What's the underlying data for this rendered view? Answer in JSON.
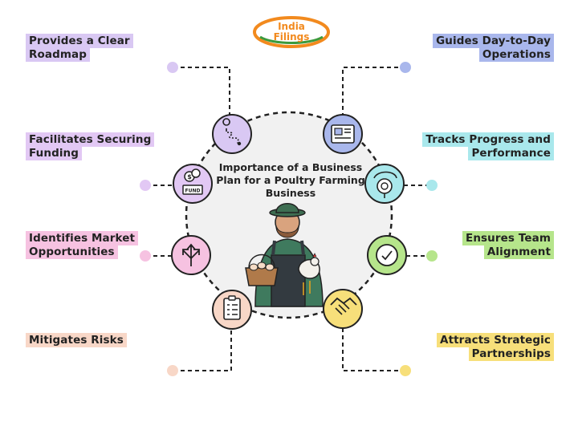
{
  "logo": {
    "line1": "India",
    "line2": "Filings"
  },
  "center": {
    "title": "Importance of a Business Plan for a Poultry Farming Business"
  },
  "items": [
    {
      "label": "Provides a Clear Roadmap",
      "icon": "roadmap-icon",
      "color": "#d9c8f3"
    },
    {
      "label": "Facilitates Securing Funding",
      "icon": "fund-icon",
      "color": "#e2c8f4"
    },
    {
      "label": "Identifies Market Opportunities",
      "icon": "arrows-icon",
      "color": "#f6c2e1"
    },
    {
      "label": "Mitigates Risks",
      "icon": "checklist-icon",
      "color": "#f8d7c7"
    },
    {
      "label": "Guides Day-to-Day Operations",
      "icon": "document-icon",
      "color": "#a9b7ec"
    },
    {
      "label": "Tracks Progress and Performance",
      "icon": "target-icon",
      "color": "#a9e8ec"
    },
    {
      "label": "Ensures Team Alignment",
      "icon": "clock-icon",
      "color": "#b6e58b"
    },
    {
      "label": "Attracts Strategic Partnerships",
      "icon": "handshake-icon",
      "color": "#f7df7a"
    }
  ]
}
